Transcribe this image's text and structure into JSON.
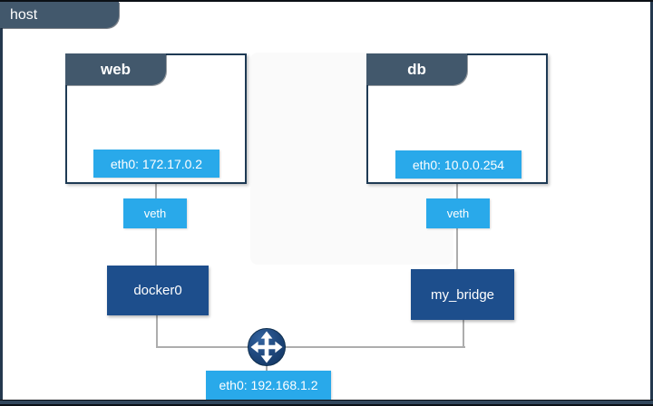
{
  "host": {
    "label": "host",
    "interface_label": "eth0: 192.168.1.2"
  },
  "containers": [
    {
      "name": "web",
      "interface": "eth0: 172.17.0.2",
      "veth_label": "veth",
      "bridge_label": "docker0"
    },
    {
      "name": "db",
      "interface": "eth0: 10.0.0.254",
      "veth_label": "veth",
      "bridge_label": "my_bridge"
    }
  ],
  "icons": {
    "router": "crossed-arrows-router-icon"
  },
  "colors": {
    "accent_blue": "#29a9ea",
    "bridge_navy": "#1d4e8c",
    "header_slate": "#42586c",
    "frame_edge": "#24384e",
    "connector_gray": "#adadad"
  }
}
